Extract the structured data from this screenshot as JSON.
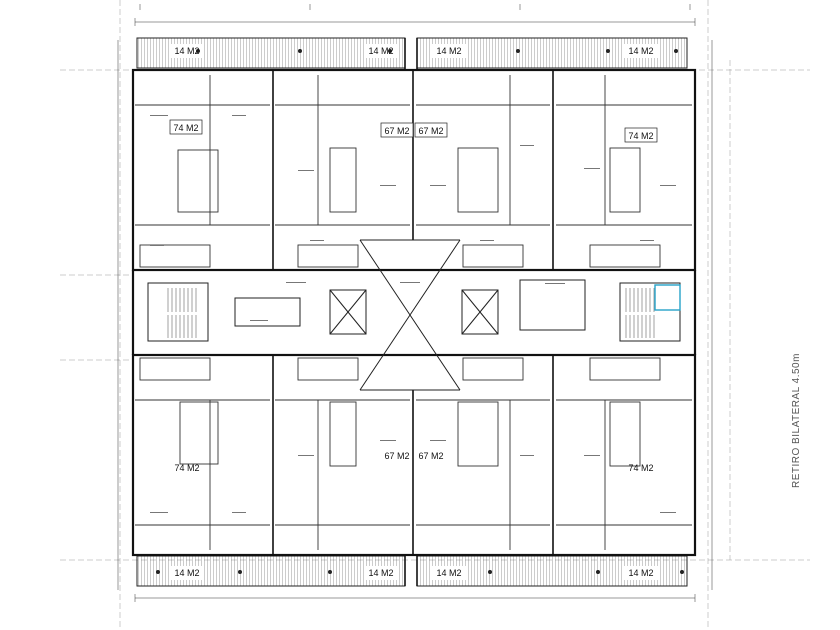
{
  "plan": {
    "side_note": "RETIRO BILATERAL 4.50m",
    "balconies": {
      "top": [
        "14 M2",
        "14 M2",
        "14 M2",
        "14 M2"
      ],
      "bottom": [
        "14 M2",
        "14 M2",
        "14 M2",
        "14 M2"
      ]
    },
    "units": {
      "top": [
        "74 M2",
        "67 M2",
        "67 M2",
        "74 M2"
      ],
      "bottom": [
        "74 M2",
        "67 M2",
        "67 M2",
        "74 M2"
      ]
    },
    "line_color": "#222222",
    "accent_color": "#26a3c9"
  }
}
